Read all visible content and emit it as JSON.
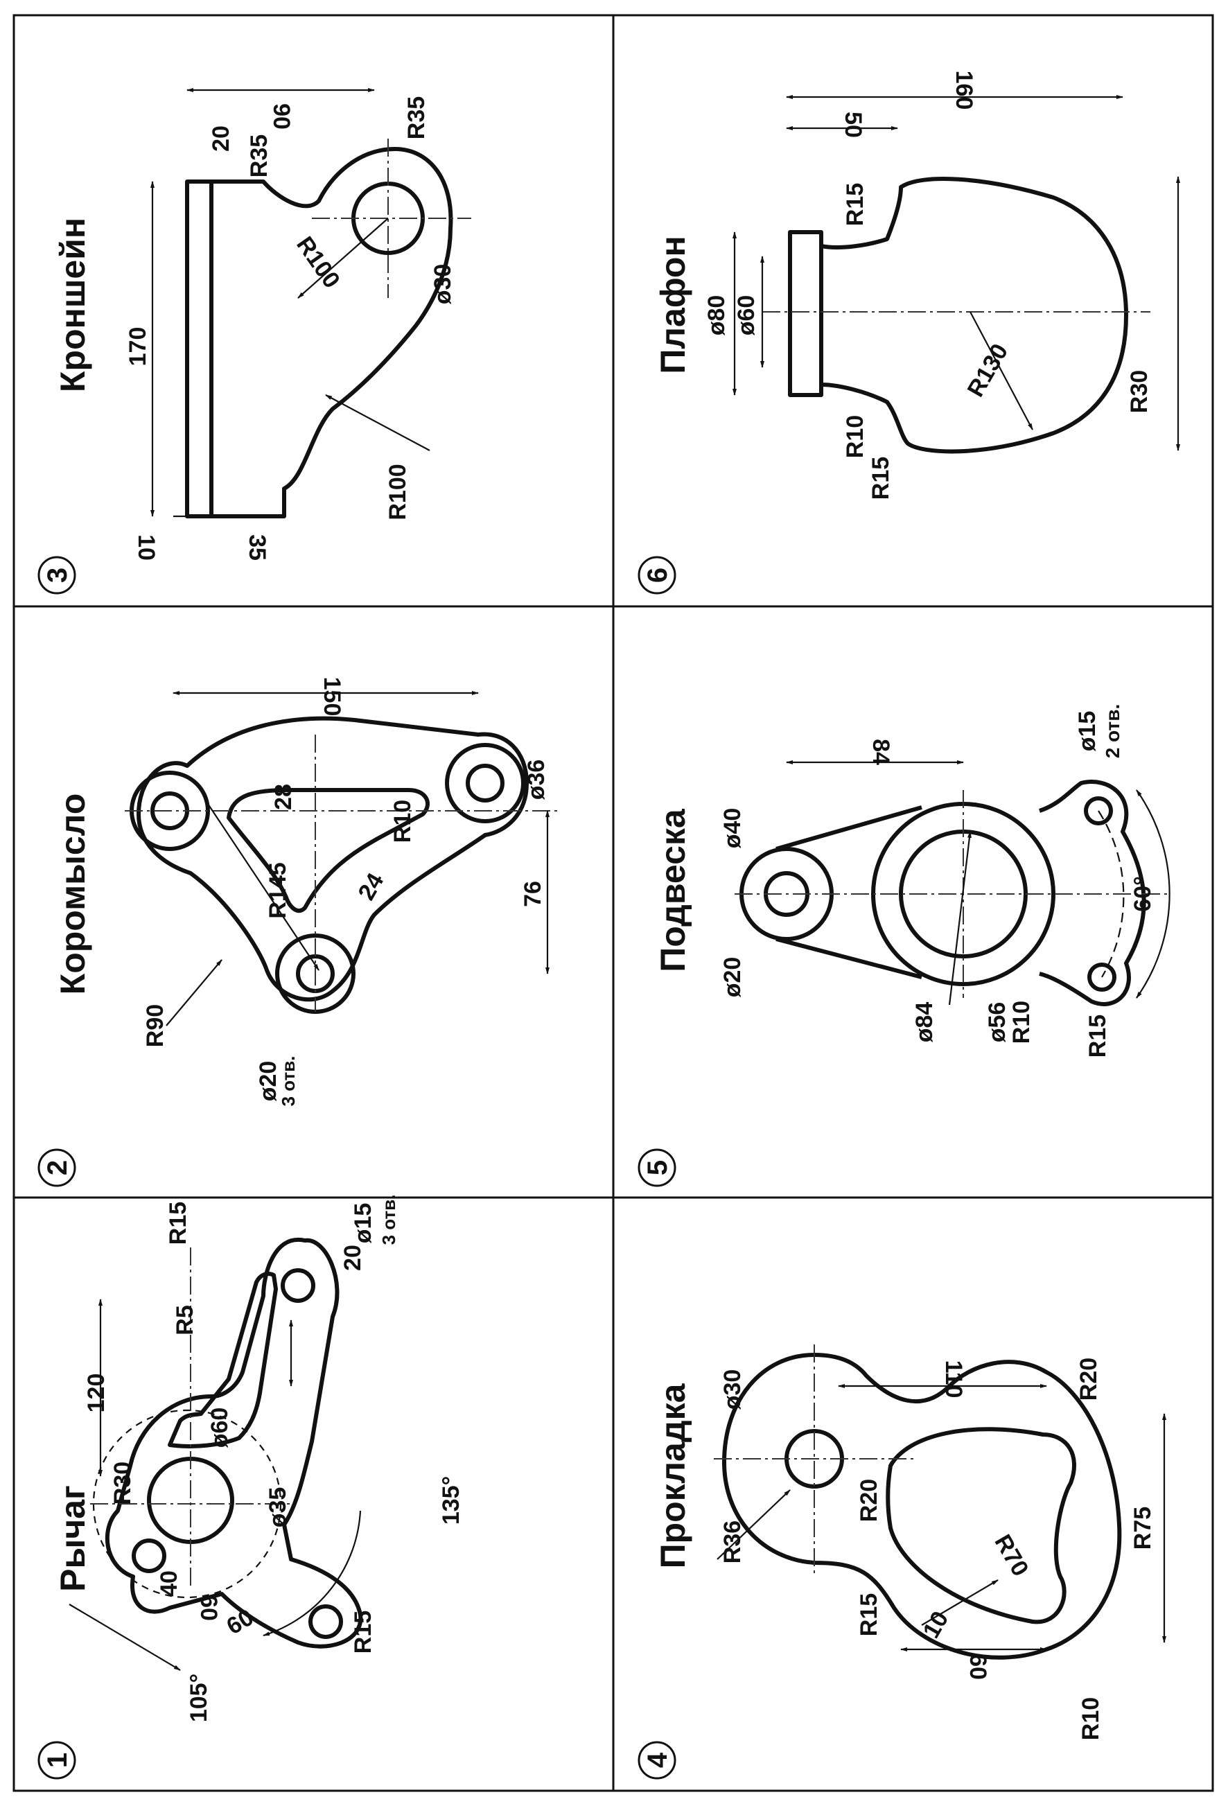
{
  "panels": [
    {
      "number": "1",
      "title": "Рычаг",
      "labels": [
        "120",
        "R5",
        "R15",
        "R15",
        "R30",
        "ø15",
        "3 отв.",
        "ø60",
        "ø35",
        "20",
        "40",
        "60",
        "60",
        "105°",
        "135°"
      ]
    },
    {
      "number": "2",
      "title": "Коромысло",
      "labels": [
        "R90",
        "ø20",
        "3 отв.",
        "R145",
        "28",
        "24",
        "R10",
        "ø36",
        "150",
        "76"
      ]
    },
    {
      "number": "3",
      "title": "Кроншейн",
      "labels": [
        "170",
        "10",
        "35",
        "20",
        "R35",
        "R35",
        "90",
        "R100",
        "R100",
        "ø30"
      ]
    },
    {
      "number": "4",
      "title": "Прокладка",
      "labels": [
        "R36",
        "ø30",
        "R20",
        "R15",
        "110",
        "R20",
        "R70",
        "R75",
        "10",
        "60",
        "R10"
      ]
    },
    {
      "number": "5",
      "title": "Подвеска",
      "labels": [
        "ø20",
        "ø40",
        "84",
        "ø84",
        "ø56",
        "R10",
        "R15",
        "60°",
        "ø15",
        "2 отв."
      ]
    },
    {
      "number": "6",
      "title": "Плафон",
      "labels": [
        "ø80",
        "ø60",
        "R10",
        "R15",
        "R15",
        "50",
        "160",
        "R130",
        "R30"
      ]
    }
  ]
}
